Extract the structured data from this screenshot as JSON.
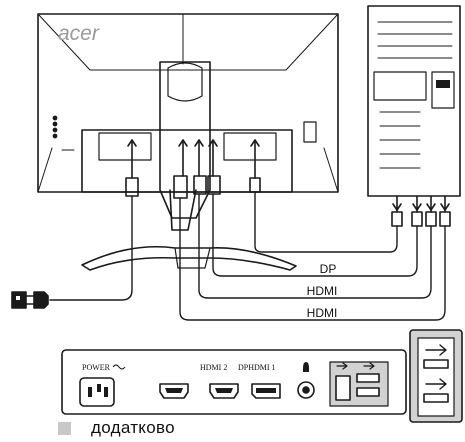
{
  "brand": "acer",
  "cables": {
    "dp": "DP",
    "hdmi_a": "HDMI",
    "hdmi_b": "HDMI"
  },
  "port_panel": {
    "power": "POWER",
    "hdmi2": "HDMI 2",
    "dp_hdmi1": "DPHDMI 1"
  },
  "legend": {
    "optional": "додатково"
  },
  "colors": {
    "line": "#1a1a1a",
    "optional_fill": "#c8c8c8"
  }
}
